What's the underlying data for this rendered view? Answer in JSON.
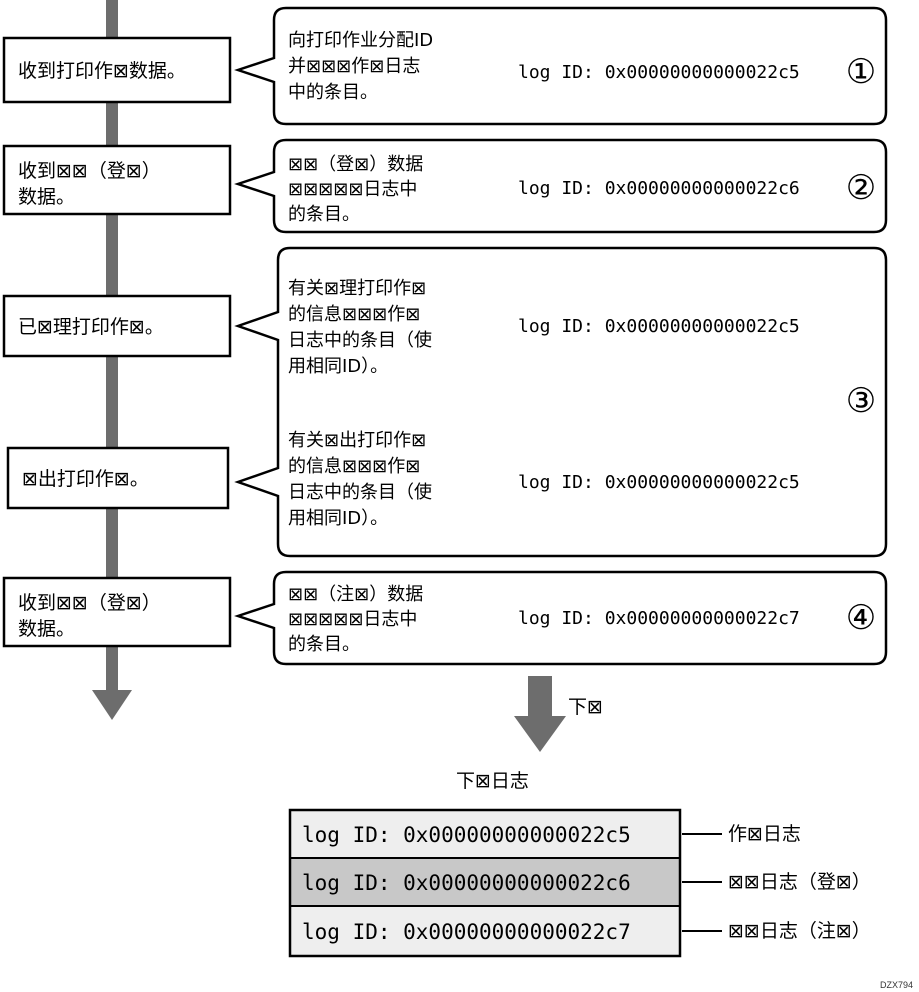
{
  "flow_events": [
    {
      "lines": [
        "收到打印作⊠数据。"
      ]
    },
    {
      "lines": [
        "收到⊠⊠（登⊠）",
        "数据。"
      ]
    },
    {
      "lines": [
        "已⊠理打印作⊠。"
      ]
    },
    {
      "lines": [
        "⊠出打印作⊠。"
      ]
    },
    {
      "lines": [
        "收到⊠⊠（登⊠）",
        "数据。"
      ]
    }
  ],
  "callouts": [
    {
      "lines": [
        "向打印作业分配ID",
        "并⊠⊠⊠作⊠日志",
        "中的条目。"
      ],
      "log_id": "log ID: 0x00000000000022c5",
      "number": "①"
    },
    {
      "lines": [
        "⊠⊠（登⊠）数据",
        "⊠⊠⊠⊠⊠日志中",
        "的条目。"
      ],
      "log_id": "log ID: 0x00000000000022c6",
      "number": "②"
    },
    {
      "lines": [
        "有关⊠理打印作⊠",
        "的信息⊠⊠⊠作⊠",
        "日志中的条目（使",
        "用相同ID）。"
      ],
      "log_id": "log ID: 0x00000000000022c5"
    },
    {
      "lines": [
        "有关⊠出打印作⊠",
        "的信息⊠⊠⊠作⊠",
        "日志中的条目（使",
        "用相同ID）。"
      ],
      "log_id": "log ID: 0x00000000000022c5"
    },
    {
      "lines": [
        "⊠⊠（注⊠）数据",
        "⊠⊠⊠⊠⊠日志中",
        "的条目。"
      ],
      "log_id": "log ID: 0x00000000000022c7",
      "number": "④"
    }
  ],
  "group_number": "③",
  "download_label": "下⊠",
  "download_log_title": "下⊠日志",
  "download_rows": [
    {
      "log_id": "log ID: 0x00000000000022c5",
      "label": "作⊠日志"
    },
    {
      "log_id": "log ID: 0x00000000000022c6",
      "label": "⊠⊠日志（登⊠）"
    },
    {
      "log_id": "log ID: 0x00000000000022c7",
      "label": "⊠⊠日志（注⊠）"
    }
  ],
  "colors": {
    "arrow": "#6d6d6d",
    "row_light": "#eeeeee",
    "row_dark": "#c8c8c8",
    "stroke": "#000000"
  },
  "figure_code": "DZX794"
}
